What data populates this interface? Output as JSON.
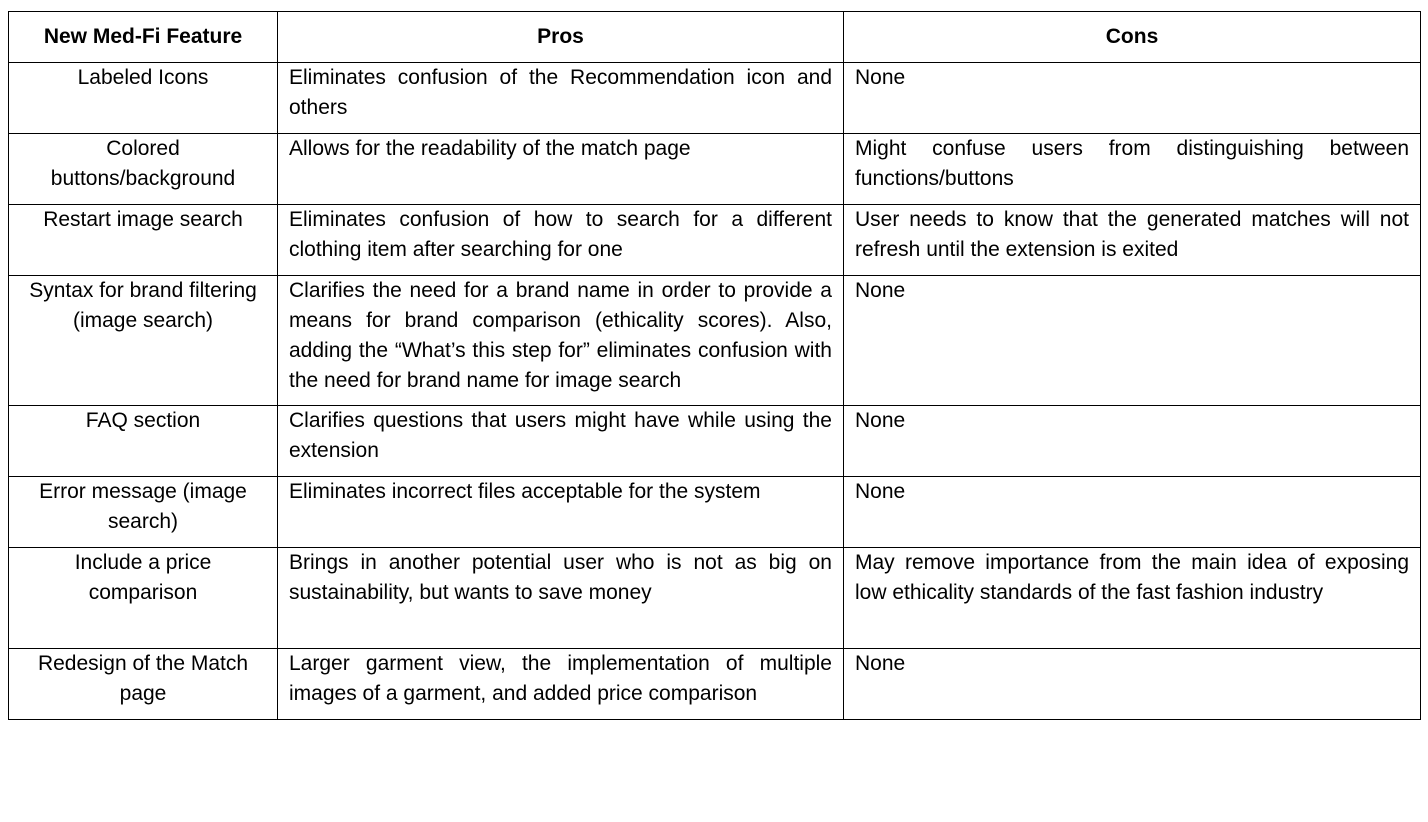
{
  "table": {
    "headers": [
      "New Med-Fi Feature",
      "Pros",
      "Cons"
    ],
    "rows": [
      {
        "feature": "Labeled Icons",
        "pros": "Eliminates confusion of the Recommendation icon and others",
        "cons": "None"
      },
      {
        "feature": "Colored buttons/background",
        "pros": "Allows for the readability of the match page",
        "cons": "Might confuse users from distinguishing between functions/buttons"
      },
      {
        "feature": "Restart image search",
        "pros": "Eliminates confusion of how to search for a different clothing item after searching for one",
        "cons": "User needs to know that the generated matches will not refresh until the extension is exited"
      },
      {
        "feature": "Syntax for brand filtering (image search)",
        "pros": "Clarifies the need for a brand name in order to provide a means for brand comparison (ethicality scores). Also, adding the “What’s this step for” eliminates confusion with the need for brand name for image search",
        "cons": "None"
      },
      {
        "feature": "FAQ section",
        "pros": "Clarifies questions that users might have while using the extension",
        "cons": "None"
      },
      {
        "feature": "Error message (image search)",
        "pros": "Eliminates incorrect files acceptable for the system",
        "cons": "None"
      },
      {
        "feature": "Include a price comparison",
        "pros": "Brings in another potential user who is not as big on sustainability, but wants to save money",
        "cons": "May remove importance from the main idea of exposing low ethicality standards of the fast fashion industry"
      },
      {
        "feature": "Redesign of the Match page",
        "pros": "Larger garment view,  the implementation of multiple images of a garment, and added price comparison",
        "cons": "None"
      }
    ]
  }
}
